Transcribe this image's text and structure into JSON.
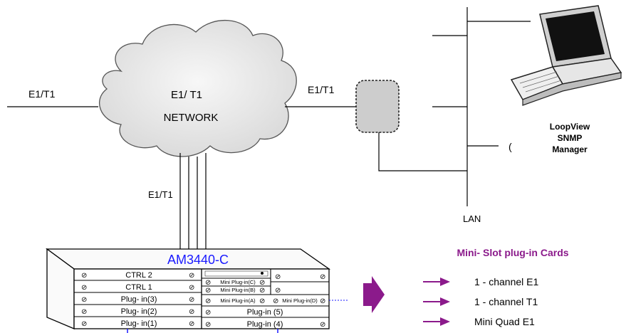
{
  "left_link_label": "E1/T1",
  "cloud": {
    "line1": "E1/ T1",
    "line2": "NETWORK",
    "fill": "#e4e4e4"
  },
  "right_link_label": "E1/T1",
  "vertical_link_label": "E1/T1",
  "lan_label": "LAN",
  "lan_paren": "(",
  "manager": {
    "line1": "LoopView",
    "line2": "SNMP",
    "line3": "Manager"
  },
  "chassis": {
    "title": "AM3440-C",
    "title_color": "#1a1aff",
    "left_slots": [
      "CTRL  2",
      "CTRL  1",
      "Plug- in(3)",
      "Plug- in(2)",
      "Plug- in(1)"
    ],
    "mini_slots": [
      "Mini Plug-in(C)",
      "Mini Plug-in(B)",
      "Mini Plug-in(A)"
    ],
    "mini_slot_d": "Mini Plug-in(D)",
    "right_slots": [
      "Plug-in (5)",
      "Plug-in (4)"
    ]
  },
  "legend": {
    "title": "Mini- Slot plug-in Cards",
    "accent": "#8b1a8b",
    "items": [
      "1 - channel E1",
      "1 - channel T1",
      "Mini Quad E1"
    ]
  },
  "icons": {
    "slot": "slot-screw-icon",
    "arrow": "purple-arrow-icon",
    "laptop": "laptop-icon"
  }
}
